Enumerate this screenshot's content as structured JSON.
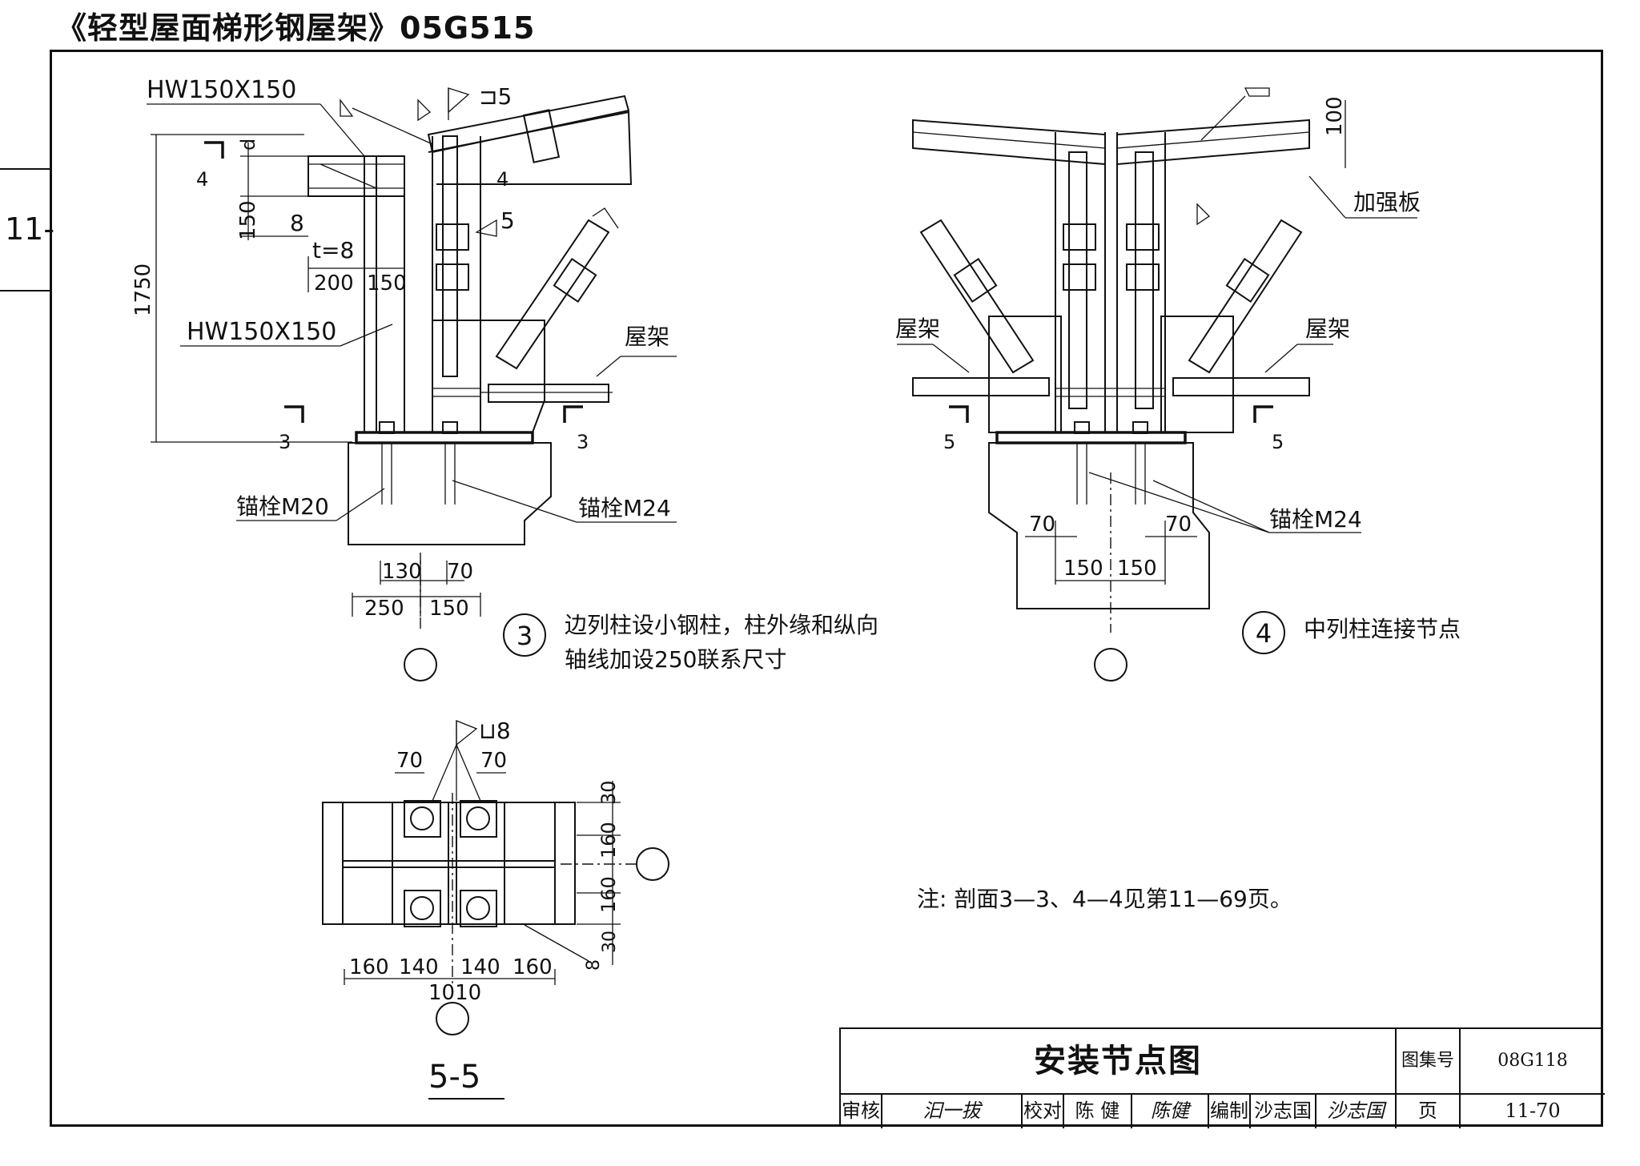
{
  "header": {
    "title": "《轻型屋面梯形钢屋架》05G515",
    "side_tab": "11-"
  },
  "detail3": {
    "section_profile_top": "HW150X150",
    "section_profile_col": "HW150X150",
    "weld_5a": "⊐5",
    "weld_5b": "5",
    "dim_d": "d",
    "dim_150v": "150",
    "dim_8": "8",
    "dim_t8": "t=8",
    "dim_200": "200",
    "dim_150h": "150",
    "dim_1750": "1750",
    "sec_4a": "4",
    "sec_4b": "4",
    "sec_3a": "3",
    "sec_3b": "3",
    "truss": "屋架",
    "anchor_m20": "锚栓M20",
    "anchor_m24": "锚栓M24",
    "dim_130": "130",
    "dim_70": "70",
    "dim_250": "250",
    "dim_150b": "150",
    "num": "3",
    "caption_line1": "边列柱设小钢柱，柱外缘和纵向",
    "caption_line2": "轴线加设250联系尺寸"
  },
  "detail4": {
    "dim_100": "100",
    "stiffener": "加强板",
    "truss_left": "屋架",
    "truss_right": "屋架",
    "sec_5a": "5",
    "sec_5b": "5",
    "anchor_m24": "锚栓M24",
    "dim_70a": "70",
    "dim_70b": "70",
    "dim_150a": "150",
    "dim_150b": "150",
    "num": "4",
    "caption": "中列柱连接节点"
  },
  "section55": {
    "weld_8": "⊔8",
    "dim_70a": "70",
    "dim_70b": "70",
    "dim_30a": "30",
    "dim_160a": "160",
    "dim_160b": "160",
    "dim_30b": "30",
    "dim_8": "8",
    "dim_bottom": [
      "160",
      "140",
      "140",
      "160"
    ],
    "dim_1010": "1010",
    "label": "5-5"
  },
  "note": "注:   剖面3—3、4—4见第11—69页。",
  "title_block": {
    "drawing_name": "安装节点图",
    "atlas_label": "图集号",
    "atlas_value": "08G118",
    "review_label": "审核",
    "review_sig": "汩一拔",
    "check_label": "校对",
    "check_name": "陈  健",
    "check_sig": "陈健",
    "edit_label": "编制",
    "edit_name": "沙志国",
    "edit_sig": "沙志国",
    "page_label": "页",
    "page_value": "11-70"
  }
}
